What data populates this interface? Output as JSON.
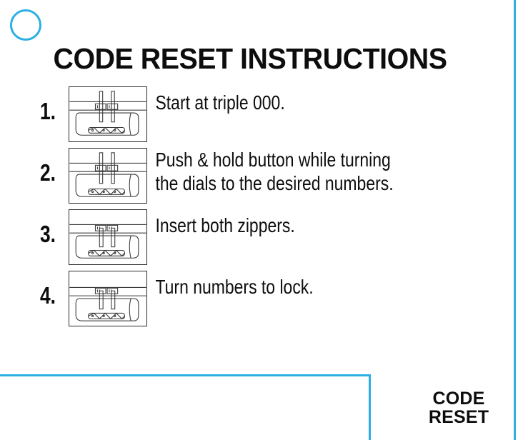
{
  "theme": {
    "accent_color": "#2BAFE4",
    "text_color": "#0d0d0d",
    "background_color": "#ffffff",
    "illustration_stroke": "#2a2a2a"
  },
  "header": {
    "title": "CODE RESET INSTRUCTIONS"
  },
  "decor": {
    "circle_icon": "circle-outline-icon",
    "corner_rule_icon": "corner-rule-icon",
    "edge_rule_icon": "vertical-rule-icon"
  },
  "steps": [
    {
      "number": "1.",
      "figure_name": "luggage-lock-zippers-out-icon",
      "figure_state": "zippers-detached",
      "lines": [
        "Start at triple 000."
      ]
    },
    {
      "number": "2.",
      "figure_name": "luggage-lock-set-dials-icon",
      "figure_state": "zippers-detached",
      "lines": [
        "Push & hold button while turning",
        "the dials to the desired numbers."
      ]
    },
    {
      "number": "3.",
      "figure_name": "luggage-lock-zippers-inserted-icon",
      "figure_state": "zippers-inserted",
      "lines": [
        "Insert both zippers."
      ]
    },
    {
      "number": "4.",
      "figure_name": "luggage-lock-locked-icon",
      "figure_state": "zippers-locked",
      "lines": [
        "Turn numbers to lock."
      ]
    }
  ],
  "footer": {
    "logo_line1": "CODE",
    "logo_line2": "RESET"
  }
}
